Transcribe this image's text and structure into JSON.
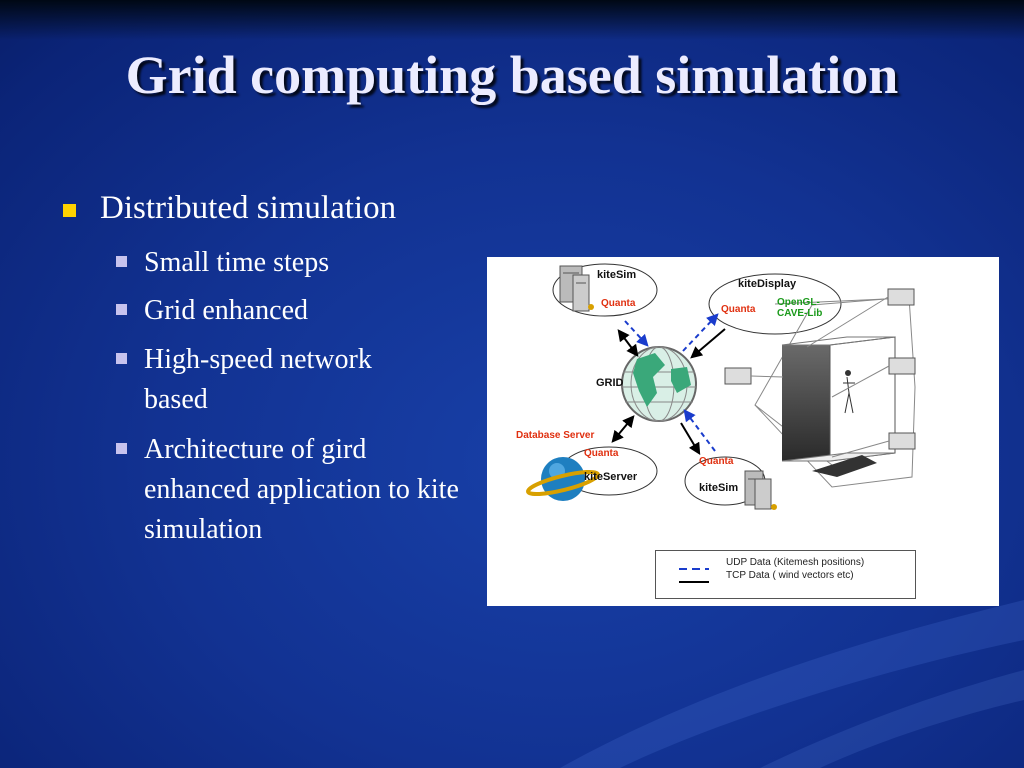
{
  "slide": {
    "title": "Grid computing based simulation",
    "bullets": [
      {
        "text": "Distributed simulation",
        "children": [
          "Small time steps",
          "Grid enhanced",
          "High-speed network based",
          "Architecture of gird enhanced application to kite simulation"
        ]
      }
    ]
  },
  "figure": {
    "nodes": {
      "kitesim_top": {
        "name": "kiteSim",
        "protocol": "Quanta"
      },
      "kitedisplay": {
        "name": "kiteDisplay",
        "protocol": "Quanta",
        "lib": "OpenGL-CAVE-Lib"
      },
      "grid": {
        "name": "GRID"
      },
      "database_server": {
        "label": "Database Server"
      },
      "kiteserver": {
        "name": "kiteServer",
        "protocol": "Quanta"
      },
      "kitesim_bottom": {
        "name": "kiteSim",
        "protocol": "Quanta"
      }
    },
    "legend": [
      {
        "style": "dashed",
        "color": "#1a3ccc",
        "text": "UDP Data (Kitemesh positions)"
      },
      {
        "style": "solid",
        "color": "#000000",
        "text": "TCP Data ( wind vectors etc)"
      }
    ]
  },
  "colors": {
    "background": "#123292",
    "title": "#ececff",
    "bullet_level1": "#ffd200",
    "bullet_level2": "#c7c3ee",
    "udp_arrow": "#1a3ccc",
    "quanta_text": "#e03010",
    "opengl_text": "#1a9a1a"
  }
}
